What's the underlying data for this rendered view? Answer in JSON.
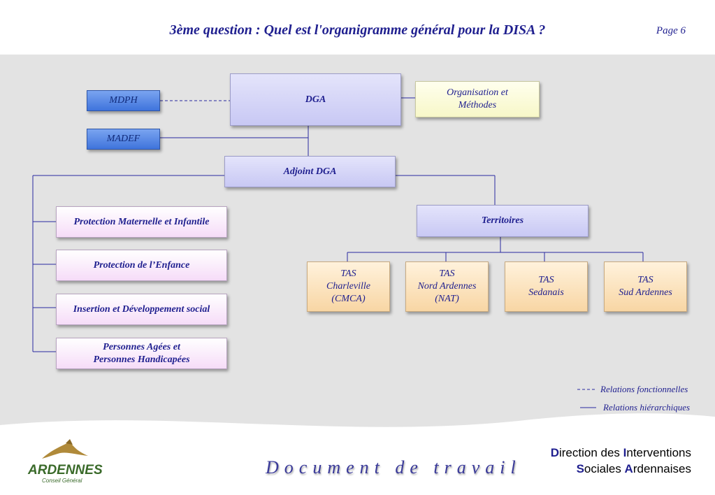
{
  "header": {
    "title": "3ème question : Quel est l'organigramme général pour la DISA ?",
    "page": "Page 6"
  },
  "org": {
    "dga": "DGA",
    "mdph": "MDPH",
    "madef": "MADEF",
    "organisation": "Organisation et\nMéthodes",
    "adjoint": "Adjoint DGA",
    "territoires": "Territoires",
    "services": [
      "Protection Maternelle et Infantile",
      "Protection de l’Enfance",
      "Insertion et Développement social",
      "Personnes Agées et\nPersonnes Handicapées"
    ],
    "tas": [
      "TAS\nCharleville\n(CMCA)",
      "TAS\nNord Ardennes\n(NAT)",
      "TAS\nSedanais",
      "TAS\nSud Ardennes"
    ]
  },
  "legend": {
    "functional_symbol": "----",
    "functional": "Relations fonctionnelles",
    "hierarchical_symbol": "——",
    "hierarchical": "Relations hiérarchiques"
  },
  "footer": {
    "document": "Document de travail",
    "logo_text": "ARDENNES",
    "logo_sub": "Conseil Général",
    "dir_line1": {
      "i1": "D",
      "r1": "irection des ",
      "i2": "I",
      "r2": "nterventions"
    },
    "dir_line2": {
      "i1": "S",
      "r1": "ociales ",
      "i2": "A",
      "r2": "rdennaises"
    }
  },
  "colors": {
    "text": "#1f1f8f",
    "line": "#2a2aa0",
    "background": "#e3e3e3"
  }
}
